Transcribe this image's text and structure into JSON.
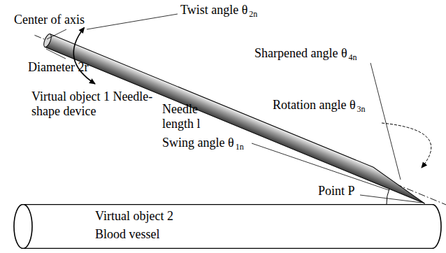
{
  "diagram": {
    "nodes": [
      {
        "text": [
          "Virtual object 2 Blood vessel"
        ]
      }
    ],
    "labels": [
      "Center of axis",
      "Twist angle θ",
      "2n",
      "Sharpened angle θ",
      "4n",
      "Diameter 2r",
      "Rotation angle θ",
      "3n",
      "Virtual object 1 Needle-shape device",
      "Needle length l",
      "Swing angle θ",
      "1n",
      "Point P"
    ]
  }
}
